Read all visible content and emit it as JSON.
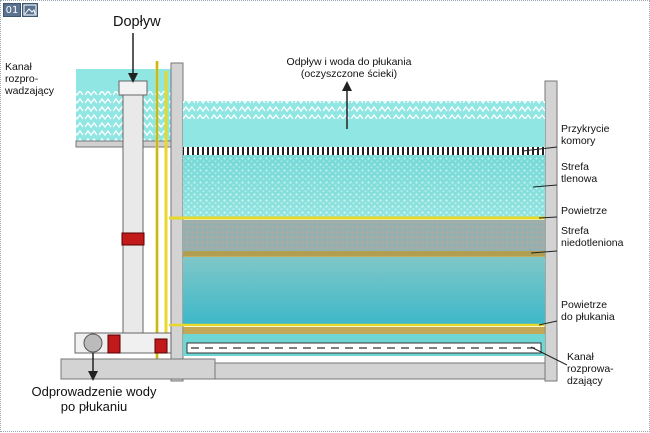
{
  "toolbar": {
    "number_label": "01",
    "image_icon": "image-icon"
  },
  "labels": {
    "inflow": "Dopływ",
    "outflow_line1": "Odpływ i woda do płukania",
    "outflow_line2": "(oczyszczone ścieki)",
    "channel_left_1": "Kanał",
    "channel_left_2": "rozpro-",
    "channel_left_3": "wadzający",
    "cover_1": "Przykrycie",
    "cover_2": "komory",
    "oxygen_1": "Strefa",
    "oxygen_2": "tlenowa",
    "air": "Powietrze",
    "anoxic_1": "Strefa",
    "anoxic_2": "niedotleniona",
    "wash_air_1": "Powietrze",
    "wash_air_2": "do płukania",
    "channel_right_1": "Kanał",
    "channel_right_2": "rozprowa-",
    "channel_right_3": "dzający",
    "drain_1": "Odprowadzenie wody",
    "drain_2": "po płukaniu"
  },
  "colors": {
    "water": "#8fe6e3",
    "water_dark": "#5fc9c8",
    "wall": "#c9c9c9",
    "wall_dark": "#777777",
    "air_line": "#e8d82a",
    "valve": "#c21a1a",
    "sludge": "#b89a3a"
  }
}
